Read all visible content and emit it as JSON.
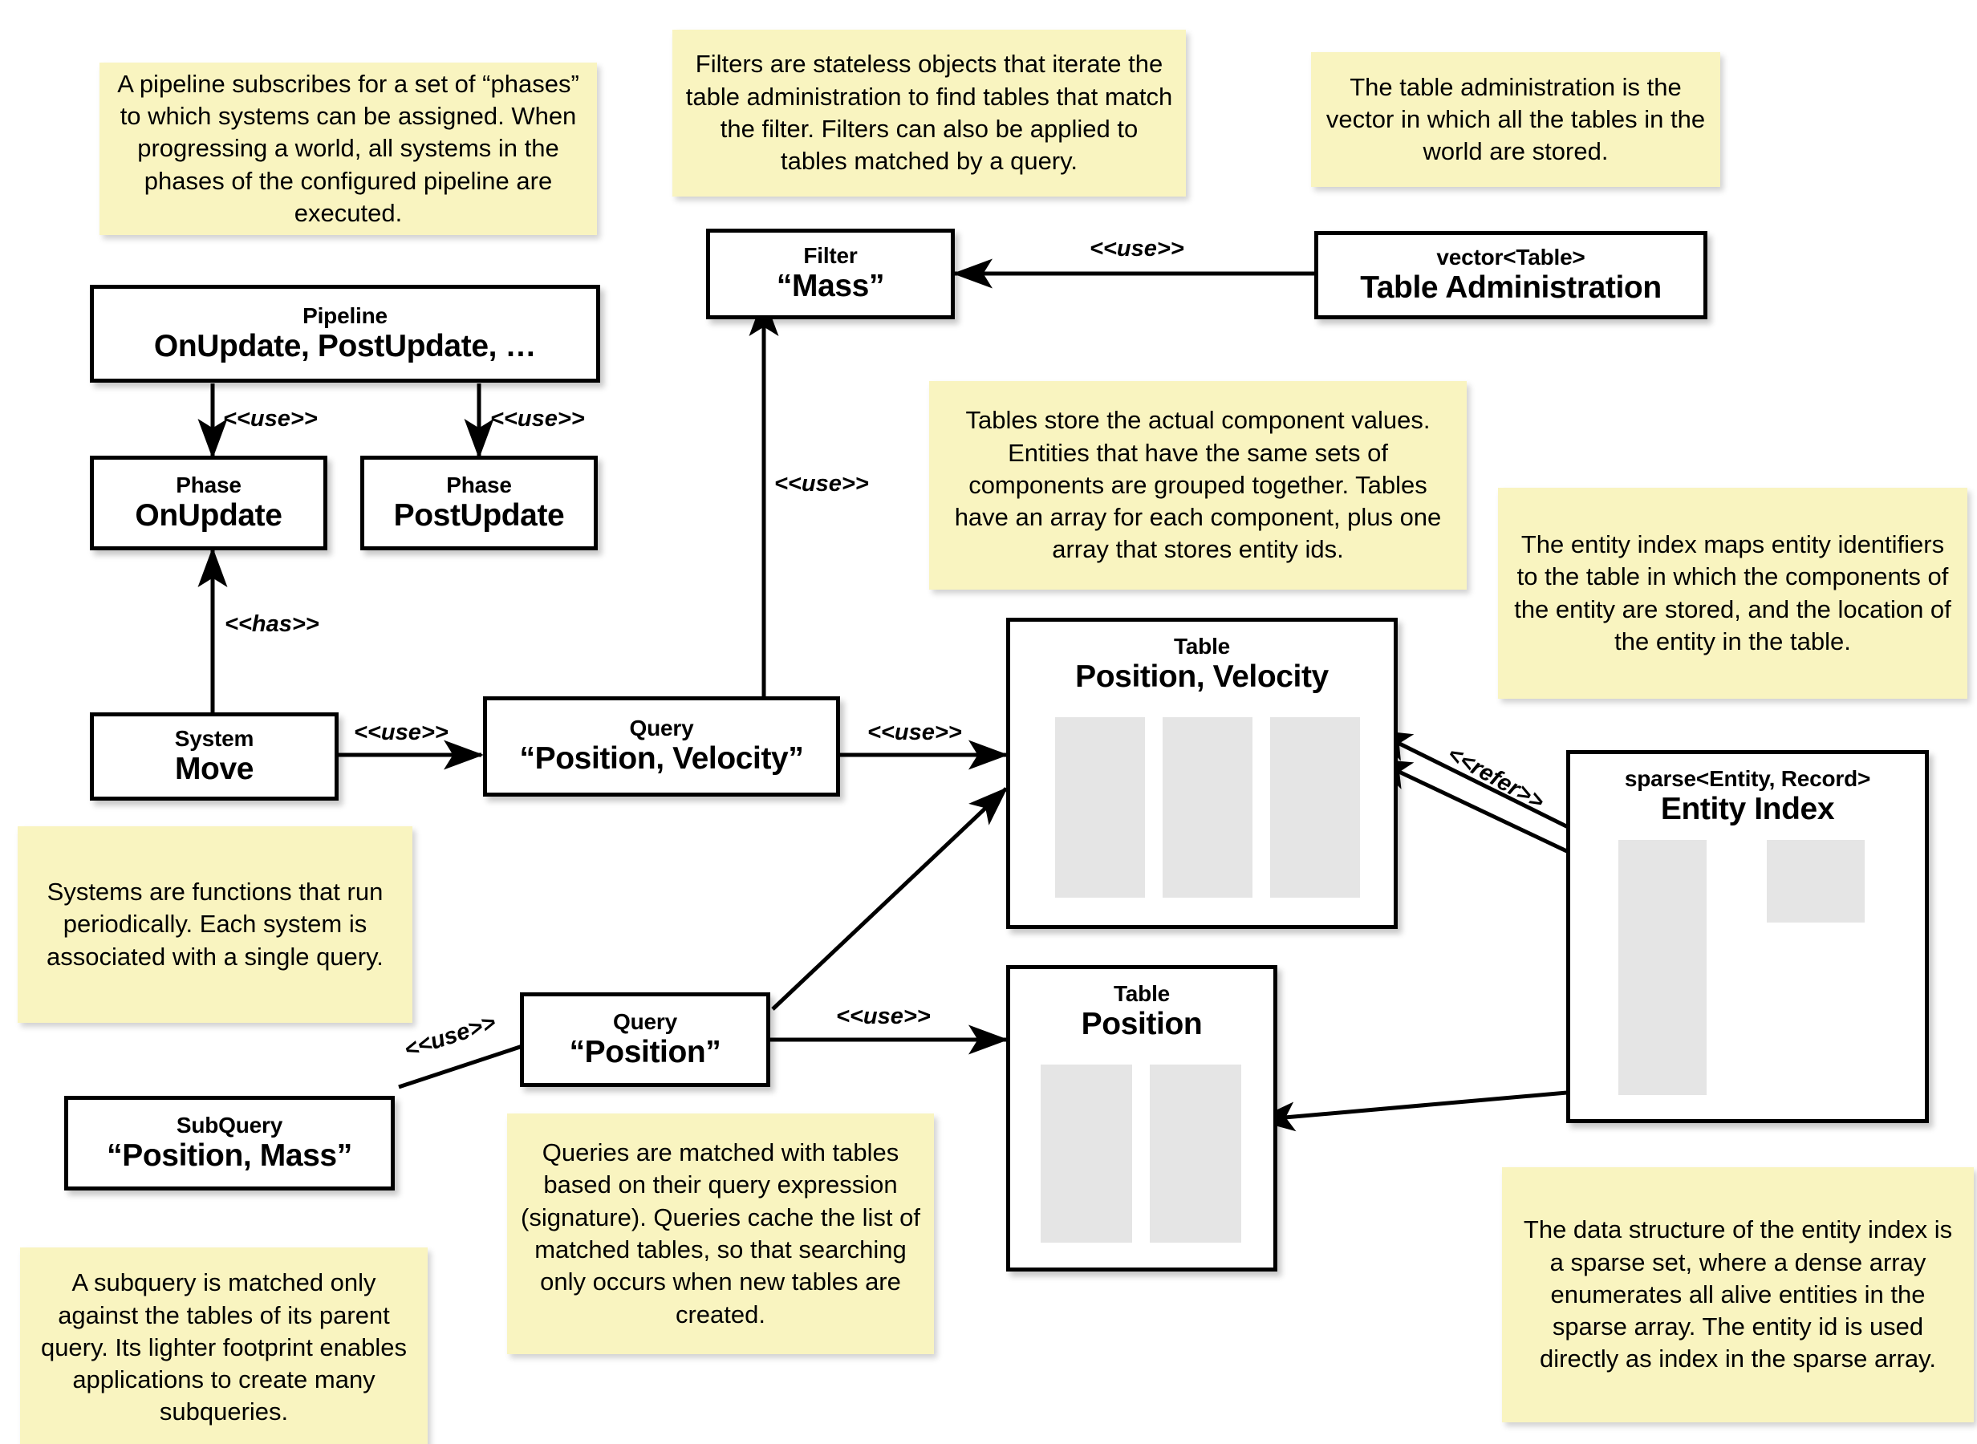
{
  "diagram": {
    "title": "ECS architecture diagram",
    "colors": {
      "note_background": "#f9f4c0",
      "box_background": "#ffffff",
      "box_border": "#000000",
      "column_fill": "#e5e5e5",
      "page_background": "#ffffff"
    }
  },
  "notes": [
    {
      "id": "note-pipeline",
      "text": "A pipeline subscribes for a set of “phases” to which systems can be assigned. When progressing a world, all systems in the phases of the configured pipeline are executed."
    },
    {
      "id": "note-filter",
      "text": "Filters are stateless objects that iterate the table administration to find tables that match the filter. Filters can also be applied to tables matched by a query."
    },
    {
      "id": "note-table-administration",
      "text": "The table administration is the vector in which all the tables in the world are stored."
    },
    {
      "id": "note-tables",
      "text": "Tables store the actual component values. Entities that have the same sets of components are grouped together. Tables have an array for each component, plus one array that stores entity ids."
    },
    {
      "id": "note-entity-index",
      "text": "The entity index maps entity identifiers to the table in which the components of the entity are stored, and the location of the entity in the table."
    },
    {
      "id": "note-systems",
      "text": "Systems are functions that run periodically. Each system is associated with a single query."
    },
    {
      "id": "note-queries",
      "text": "Queries are matched with tables based on their query expression (signature). Queries cache the list of matched tables, so that searching only occurs when new tables are created."
    },
    {
      "id": "note-subquery",
      "text": "A subquery is matched only against the tables of its parent query. Its lighter footprint enables applications to create many subqueries."
    },
    {
      "id": "note-sparse-set",
      "text": "The data structure of the entity index is a sparse set, where a dense array enumerates all alive entities in the sparse array. The entity id is used directly as index in the sparse array."
    }
  ],
  "boxes": [
    {
      "id": "box-pipeline",
      "stereotype": "Pipeline",
      "name": "OnUpdate, PostUpdate, …"
    },
    {
      "id": "box-phase-onupdate",
      "stereotype": "Phase",
      "name": "OnUpdate"
    },
    {
      "id": "box-phase-postupdate",
      "stereotype": "Phase",
      "name": "PostUpdate"
    },
    {
      "id": "box-system-move",
      "stereotype": "System",
      "name": "Move"
    },
    {
      "id": "box-query-position-velocity",
      "stereotype": "Query",
      "name": "“Position, Velocity”"
    },
    {
      "id": "box-query-position",
      "stereotype": "Query",
      "name": "“Position”"
    },
    {
      "id": "box-subquery",
      "stereotype": "SubQuery",
      "name": "“Position, Mass”"
    },
    {
      "id": "box-filter-mass",
      "stereotype": "Filter",
      "name": "“Mass”"
    },
    {
      "id": "box-table-administration",
      "stereotype": "vector<Table>",
      "name": "Table Administration"
    },
    {
      "id": "box-table-position-velocity",
      "stereotype": "Table",
      "name": "Position, Velocity"
    },
    {
      "id": "box-table-position",
      "stereotype": "Table",
      "name": "Position"
    },
    {
      "id": "box-entity-index",
      "stereotype": "sparse<Entity, Record>",
      "name": "Entity Index"
    }
  ],
  "edge_labels": [
    {
      "id": "label-pipeline-onupdate",
      "text": "<<use>>"
    },
    {
      "id": "label-pipeline-postupdate",
      "text": "<<use>>"
    },
    {
      "id": "label-system-has-phase",
      "text": "<<has>>"
    },
    {
      "id": "label-system-uses-query",
      "text": "<<use>>"
    },
    {
      "id": "label-query-uses-filter",
      "text": "<<use>>"
    },
    {
      "id": "label-admin-uses-filter",
      "text": "<<use>>"
    },
    {
      "id": "label-query-uses-table",
      "text": "<<use>>"
    },
    {
      "id": "label-query-position-uses-table",
      "text": "<<use>>"
    },
    {
      "id": "label-subquery-uses-query",
      "text": "<<use>>"
    },
    {
      "id": "label-index-refers-table",
      "text": "<<refer>>"
    }
  ]
}
